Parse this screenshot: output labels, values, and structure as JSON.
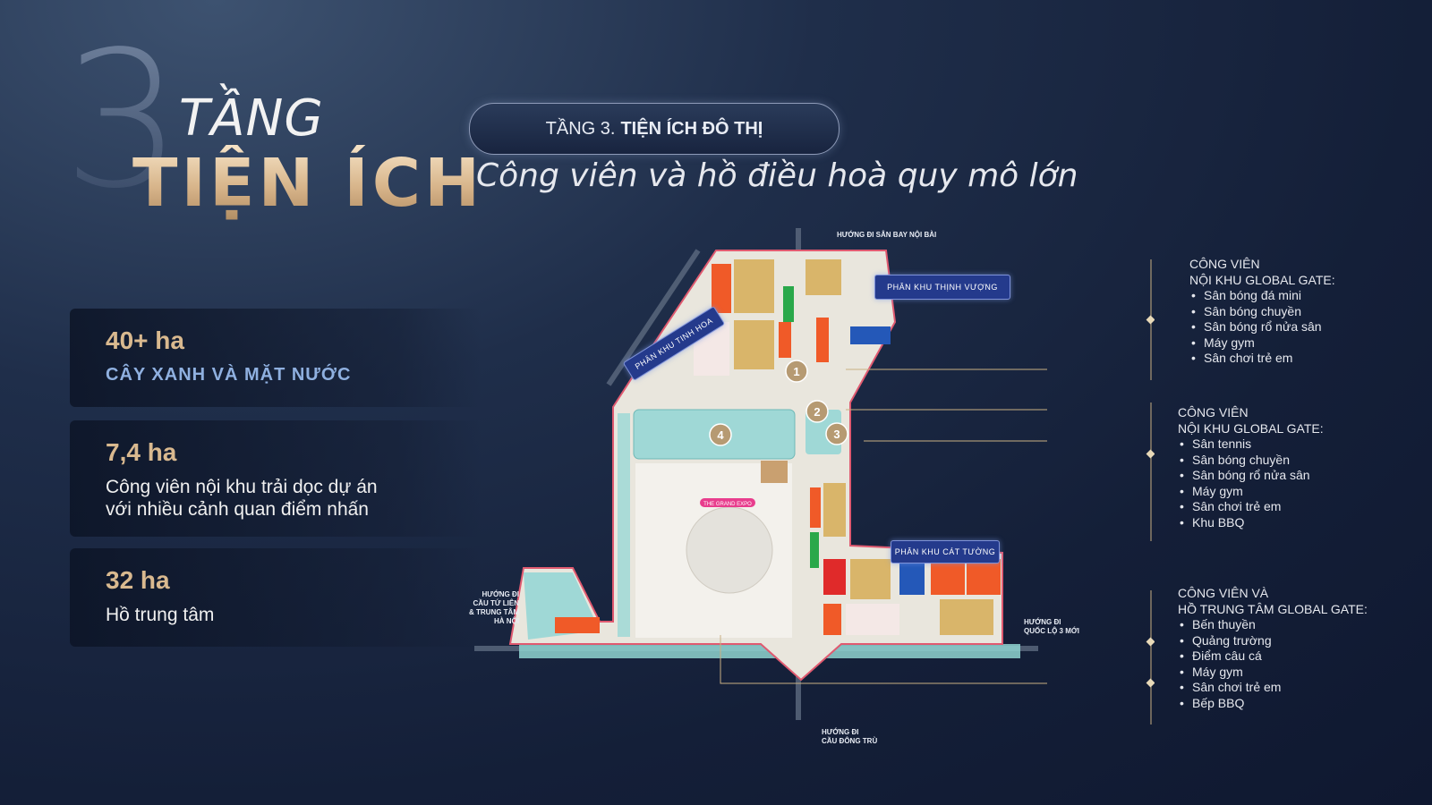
{
  "hero": {
    "number": "3",
    "line1": "TẦNG",
    "line2": "TIỆN ÍCH"
  },
  "header": {
    "pill_prefix": "TẦNG 3.",
    "pill_bold": "TIỆN ÍCH ĐÔ THỊ",
    "subtitle": "Công viên và hồ điều hoà quy mô lớn"
  },
  "stats": [
    {
      "value": "40+ ha",
      "label": "CÂY XANH VÀ MẶT NƯỚC"
    },
    {
      "value": "7,4 ha",
      "label1": "Công viên nội khu trải dọc dự án",
      "label2": "với nhiều cảnh quan điểm nhấn"
    },
    {
      "value": "32 ha",
      "label": "Hồ trung tâm"
    }
  ],
  "map": {
    "zones": {
      "thinh_vuong": "PHÂN KHU THỊNH VƯỢNG",
      "tinh_hoa": "PHÂN KHU TINH HOA",
      "cat_tuong": "PHÂN KHU CÁT TƯỜNG"
    },
    "expo": "THE GRAND EXPO",
    "directions": {
      "noi_bai": "HƯỚNG ĐI SÂN BAY NỘI BÀI",
      "tu_lien": [
        "HƯỚNG ĐI",
        "CẦU TỨ LIÊN",
        "& TRUNG TÂM",
        "HÀ NỘI"
      ],
      "quoc_lo": [
        "HƯỚNG ĐI",
        "QUỐC LỘ 3 MỚI"
      ],
      "dong_tru": [
        "HƯỚNG ĐI",
        "CẦU ĐÔNG TRÙ"
      ]
    },
    "markers": [
      "1",
      "2",
      "3",
      "4"
    ]
  },
  "parks": [
    {
      "title1": "CÔNG VIÊN",
      "title2": "NỘI KHU GLOBAL GATE:",
      "items": [
        "Sân bóng đá mini",
        "Sân bóng chuyền",
        "Sân bóng rổ nửa sân",
        "Máy gym",
        "Sân chơi trẻ em"
      ]
    },
    {
      "title1": "CÔNG VIÊN",
      "title2": "NỘI KHU GLOBAL GATE:",
      "items": [
        "Sân tennis",
        "Sân bóng chuyền",
        "Sân bóng rổ nửa sân",
        "Máy gym",
        "Sân chơi trẻ em",
        "Khu BBQ"
      ]
    },
    {
      "title1": "CÔNG VIÊN VÀ",
      "title2": "HỒ TRUNG TÂM GLOBAL GATE:",
      "items": [
        "Bến thuyền",
        "Quảng trường",
        "Điểm câu cá",
        "Máy gym",
        "Sân chơi trẻ em",
        "Bếp BBQ"
      ]
    }
  ],
  "colors": {
    "gold": "#d9b98f",
    "lake": "#9fd8d6",
    "zone_box": "#243a8c",
    "orange": "#f05a28",
    "green": "#2aa84a"
  }
}
